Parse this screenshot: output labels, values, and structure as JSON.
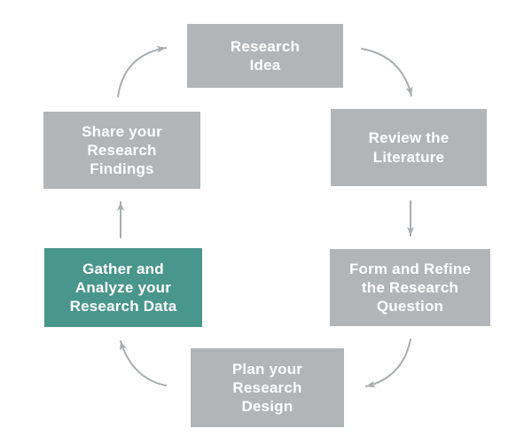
{
  "diagram": {
    "type": "cycle",
    "description": "Research cycle diagram with six steps connected by clockwise arrows",
    "steps": [
      {
        "id": "research-idea",
        "label": "Research Idea",
        "lines": [
          "Research",
          "Idea"
        ],
        "highlighted": false
      },
      {
        "id": "review-the-literature",
        "label": "Review the Literature",
        "lines": [
          "Review the",
          "Literature"
        ],
        "highlighted": false
      },
      {
        "id": "form-and-refine-the-research-question",
        "label": "Form and Refine the Research Question",
        "lines": [
          "Form and Refine",
          "the Research",
          "Question"
        ],
        "highlighted": false
      },
      {
        "id": "plan-your-research-design",
        "label": "Plan your Research Design",
        "lines": [
          "Plan your",
          "Research",
          "Design"
        ],
        "highlighted": false
      },
      {
        "id": "gather-and-analyze-your-research-data",
        "label": "Gather and Analyze your Research Data",
        "lines": [
          "Gather and",
          "Analyze your",
          "Research Data"
        ],
        "highlighted": true
      },
      {
        "id": "share-your-research-findings",
        "label": "Share your Research Findings",
        "lines": [
          "Share your",
          "Research",
          "Findings"
        ],
        "highlighted": false
      }
    ],
    "colors": {
      "box_gray": "#b1b5b8",
      "box_teal": "#49968c",
      "arrow": "#a8adb0",
      "text": "#ffffff",
      "background": "#ffffff"
    }
  }
}
